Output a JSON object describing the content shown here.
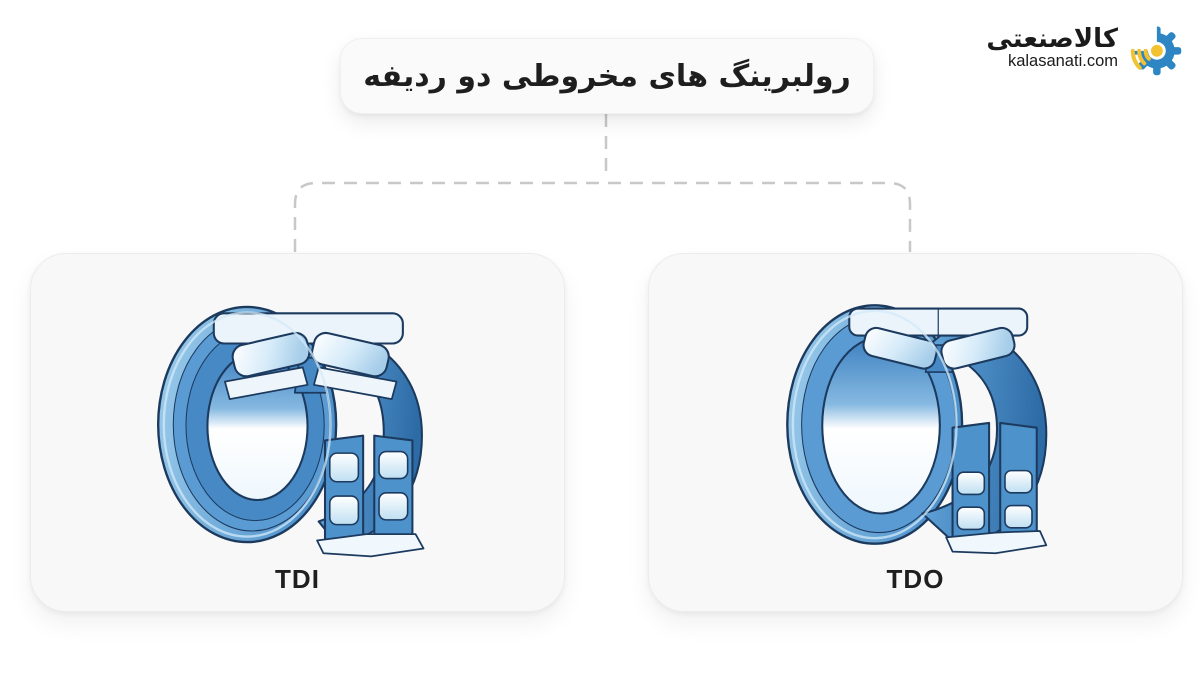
{
  "header": {
    "title": "رولبرینگ های مخروطی دو ردیفه"
  },
  "logo": {
    "name_fa": "کالاصنعتی",
    "domain": "kalasanati.com",
    "icon": "gear-wifi-icon",
    "gear_color": "#2d86c3",
    "signal_color": "#f2c230"
  },
  "cards": [
    {
      "id": "tdi",
      "label": "TDI",
      "illustration": "double-row-tapered-roller-bearing-cutaway"
    },
    {
      "id": "tdo",
      "label": "TDO",
      "illustration": "double-row-tapered-roller-bearing-cutaway"
    }
  ],
  "connector": {
    "style": "dashed",
    "color": "#c8c8c8"
  },
  "colors": {
    "page_bg": "#ffffff",
    "card_bg": "#f8f8f9",
    "title_bg": "#fafafa",
    "bearing_blue": "#4e92cc",
    "bearing_dark_outline": "#1c3a5e",
    "bearing_light": "#d6ebf9",
    "text": "#1e1e1e"
  }
}
